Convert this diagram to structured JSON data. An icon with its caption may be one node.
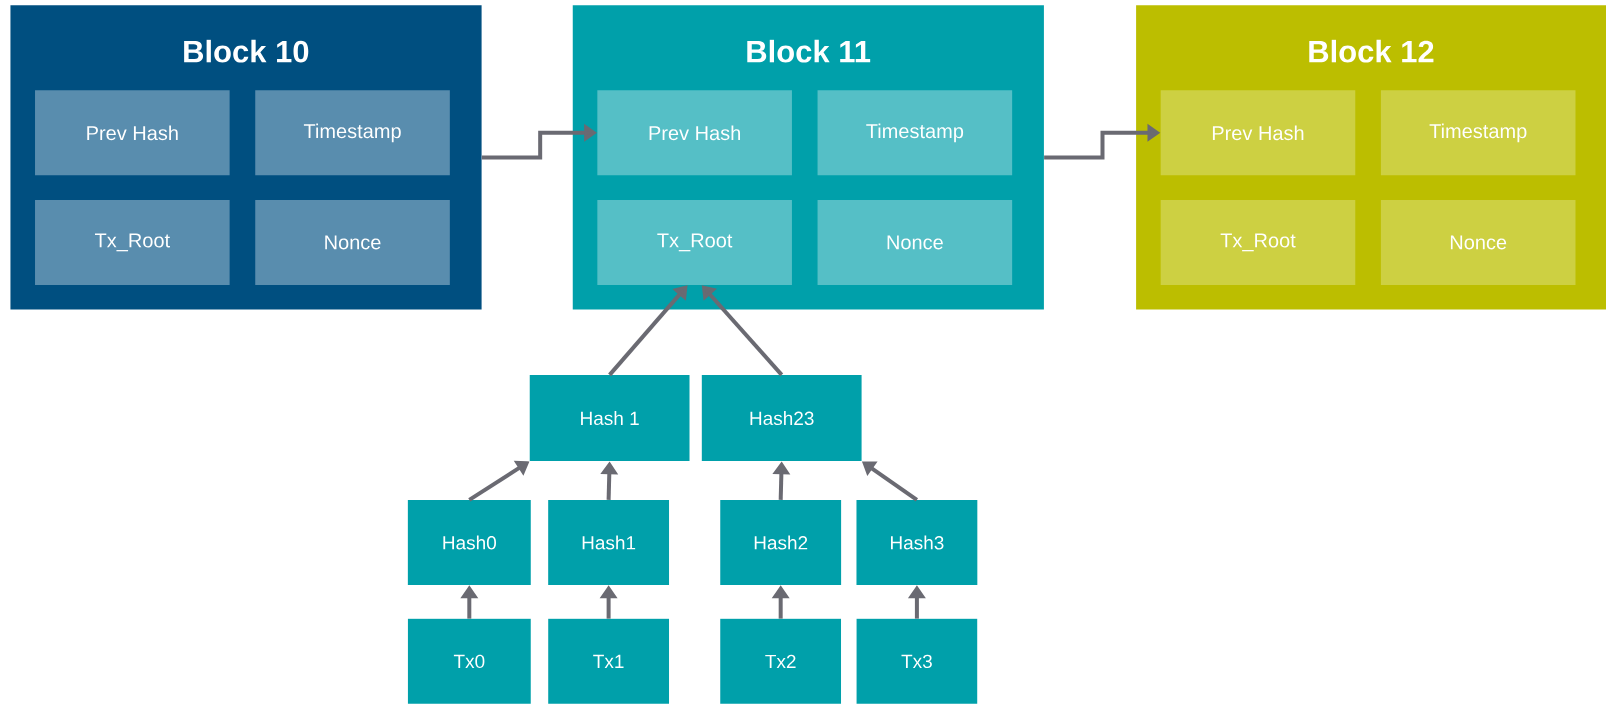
{
  "diagram": {
    "nodes": [
      {
        "text": [
          "Block 10"
        ]
      },
      {
        "text": [
          "Prev Hash"
        ],
        "in": 0
      },
      {
        "text": [
          "Timestamp"
        ],
        "in": 0
      },
      {
        "text": [
          "Tx_Root"
        ],
        "in": 0
      },
      {
        "text": [
          "Nonce"
        ],
        "in": 0
      },
      {
        "text": [
          "Block 11"
        ]
      },
      {
        "text": [
          "Prev Hash"
        ],
        "in": 5
      },
      {
        "text": [
          "Timestamp"
        ],
        "in": 5
      },
      {
        "text": [
          "Tx_Root"
        ],
        "in": 5
      },
      {
        "text": [
          "Nonce"
        ],
        "in": 5
      },
      {
        "text": [
          "Block 12"
        ]
      },
      {
        "text": [
          "Prev Hash"
        ],
        "in": 10
      },
      {
        "text": [
          "Timestamp"
        ],
        "in": 10
      },
      {
        "text": [
          "Tx_Root"
        ],
        "in": 10
      },
      {
        "text": [
          "Nonce"
        ],
        "in": 10
      },
      {
        "text": [
          "Hash 1"
        ]
      },
      {
        "text": [
          "Hash23"
        ]
      },
      {
        "text": [
          "Hash0"
        ]
      },
      {
        "text": [
          "Hash1"
        ]
      },
      {
        "text": [
          "Hash2"
        ]
      },
      {
        "text": [
          "Hash3"
        ]
      },
      {
        "text": [
          "Tx0"
        ]
      },
      {
        "text": [
          "Tx1"
        ]
      },
      {
        "text": [
          "Tx2"
        ]
      },
      {
        "text": [
          "Tx3"
        ]
      }
    ],
    "edges": [
      {
        "from": 0,
        "to": 6,
        "arrow": "to"
      },
      {
        "from": 5,
        "to": 11,
        "arrow": "to"
      },
      {
        "from": 15,
        "to": 8,
        "arrow": "to"
      },
      {
        "from": 16,
        "to": 8,
        "arrow": "to"
      },
      {
        "from": 17,
        "to": 15,
        "arrow": "to"
      },
      {
        "from": 18,
        "to": 15,
        "arrow": "to"
      },
      {
        "from": 19,
        "to": 16,
        "arrow": "to"
      },
      {
        "from": 20,
        "to": 16,
        "arrow": "to"
      },
      {
        "from": 21,
        "to": 17,
        "arrow": "to"
      },
      {
        "from": 22,
        "to": 18,
        "arrow": "to"
      },
      {
        "from": 23,
        "to": 19,
        "arrow": "to"
      },
      {
        "from": 24,
        "to": 20,
        "arrow": "to"
      }
    ]
  }
}
